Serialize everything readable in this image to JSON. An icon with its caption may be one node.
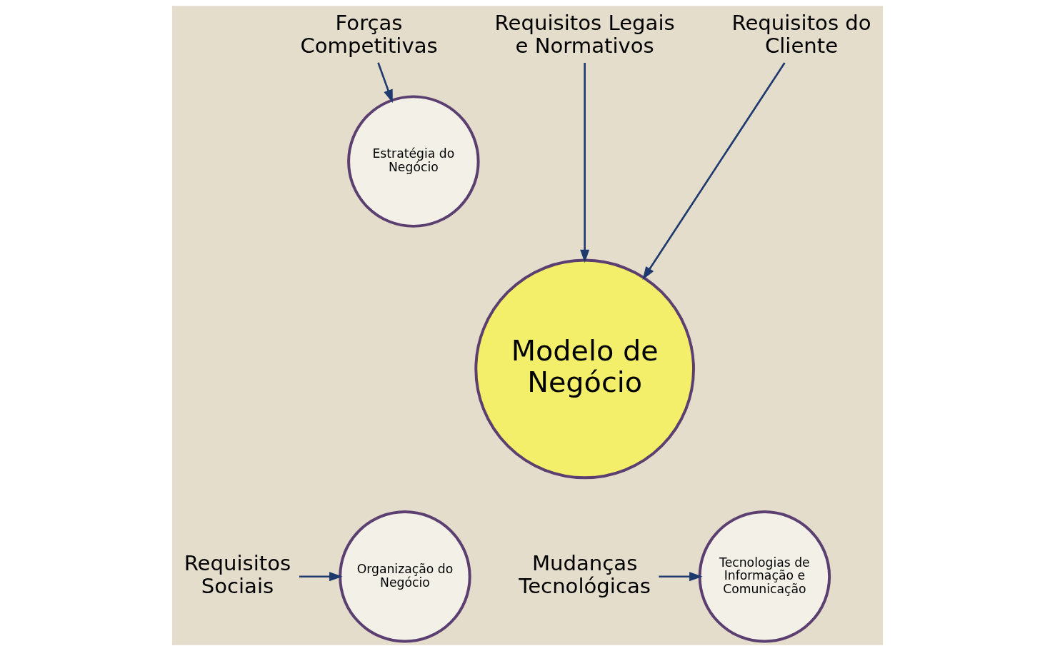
{
  "diagram": {
    "nodes": [
      {
        "text": [
          "Modelo de Negócio"
        ]
      },
      {
        "text": [
          "Estratégia do Negócio"
        ]
      },
      {
        "text": [
          "Organização do Negócio"
        ]
      },
      {
        "text": [
          "Tecnologias de Informação e Comunicação"
        ]
      },
      {
        "text": [
          "Forças Competitivas"
        ]
      },
      {
        "text": [
          "Requisitos Legais e Normativos"
        ]
      },
      {
        "text": [
          "Requisitos do Cliente"
        ]
      },
      {
        "text": [
          "Requisitos Sociais"
        ]
      },
      {
        "text": [
          "Mudanças Tecnológicas"
        ]
      }
    ],
    "edges": [
      {
        "from": 4,
        "to": 1,
        "arrow": "to"
      },
      {
        "from": 5,
        "to": 0,
        "arrow": "to"
      },
      {
        "from": 6,
        "to": 0,
        "arrow": "to"
      },
      {
        "from": 7,
        "to": 2,
        "arrow": "to"
      },
      {
        "from": 8,
        "to": 3,
        "arrow": "to"
      }
    ]
  }
}
